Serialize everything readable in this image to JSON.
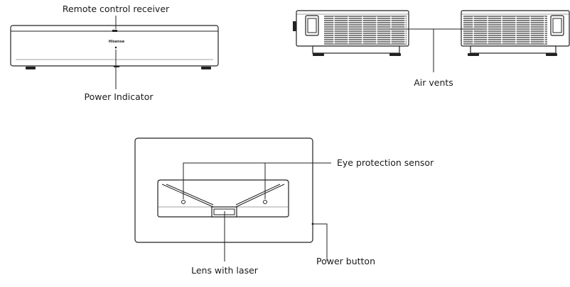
{
  "labels": {
    "remote_control_receiver": "Remote control receiver",
    "power_indicator": "Power Indicator",
    "air_vents": "Air vents",
    "eye_protection_sensor": "Eye protection sensor",
    "power_button": "Power button",
    "lens_with_laser": "Lens with laser"
  },
  "brand_logo_text": "Hisense",
  "colors": {
    "line": "#222222",
    "background": "#ffffff"
  }
}
